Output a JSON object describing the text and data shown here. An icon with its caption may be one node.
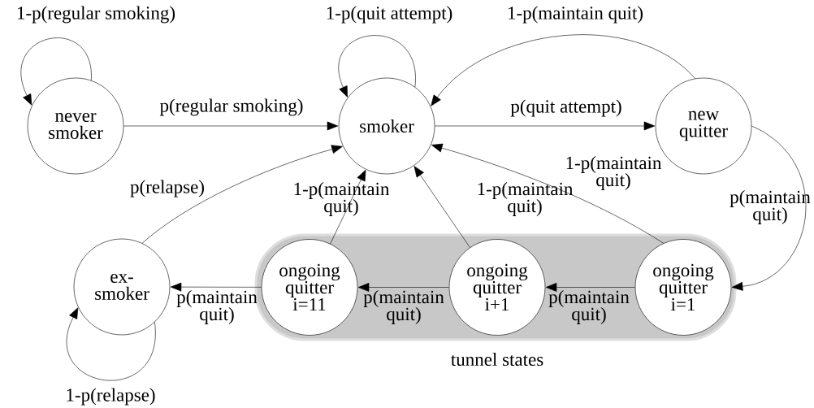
{
  "diagram": {
    "nodes": [
      {
        "text": [
          "never smoker"
        ]
      },
      {
        "text": [
          "smoker"
        ]
      },
      {
        "text": [
          "new quitter"
        ]
      },
      {
        "text": [
          "ex- smoker"
        ]
      },
      {
        "text": [
          "tunnel states"
        ]
      },
      {
        "text": [
          "ongoing quitter i=11"
        ],
        "in": 4
      },
      {
        "text": [
          "ongoing quitter i+1"
        ],
        "in": 4
      },
      {
        "text": [
          "ongoing quitter i=1"
        ],
        "in": 4
      }
    ],
    "edges": [
      {
        "from": 0,
        "to": 0,
        "arrow": "to",
        "label": "1-p(regular smoking)"
      },
      {
        "from": 0,
        "to": 1,
        "arrow": "to",
        "label": "p(regular smoking)"
      },
      {
        "from": 1,
        "to": 1,
        "arrow": "to",
        "label": "1-p(quit attempt)"
      },
      {
        "from": 1,
        "to": 2,
        "arrow": "to",
        "label": "p(quit attempt)"
      },
      {
        "from": 2,
        "to": 1,
        "arrow": "to",
        "label": "1-p(maintain quit)"
      },
      {
        "from": 2,
        "to": 7,
        "arrow": "to",
        "label": "p(maintain quit)"
      },
      {
        "from": 7,
        "to": 6,
        "arrow": "to",
        "label": "p(maintain quit)"
      },
      {
        "from": 6,
        "to": 5,
        "arrow": "to",
        "label": "p(maintain quit)"
      },
      {
        "from": 5,
        "to": 3,
        "arrow": "to",
        "label": "p(maintain quit)"
      },
      {
        "from": 7,
        "to": 1,
        "arrow": "to",
        "label": "1-p(maintain quit)"
      },
      {
        "from": 6,
        "to": 1,
        "arrow": "to",
        "label": "1-p(maintain quit)"
      },
      {
        "from": 5,
        "to": 1,
        "arrow": "to",
        "label": "1-p(maintain quit)"
      },
      {
        "from": 3,
        "to": 1,
        "arrow": "to",
        "label": "p(relapse)"
      },
      {
        "from": 3,
        "to": 3,
        "arrow": "to",
        "label": "1-p(relapse)"
      }
    ]
  }
}
